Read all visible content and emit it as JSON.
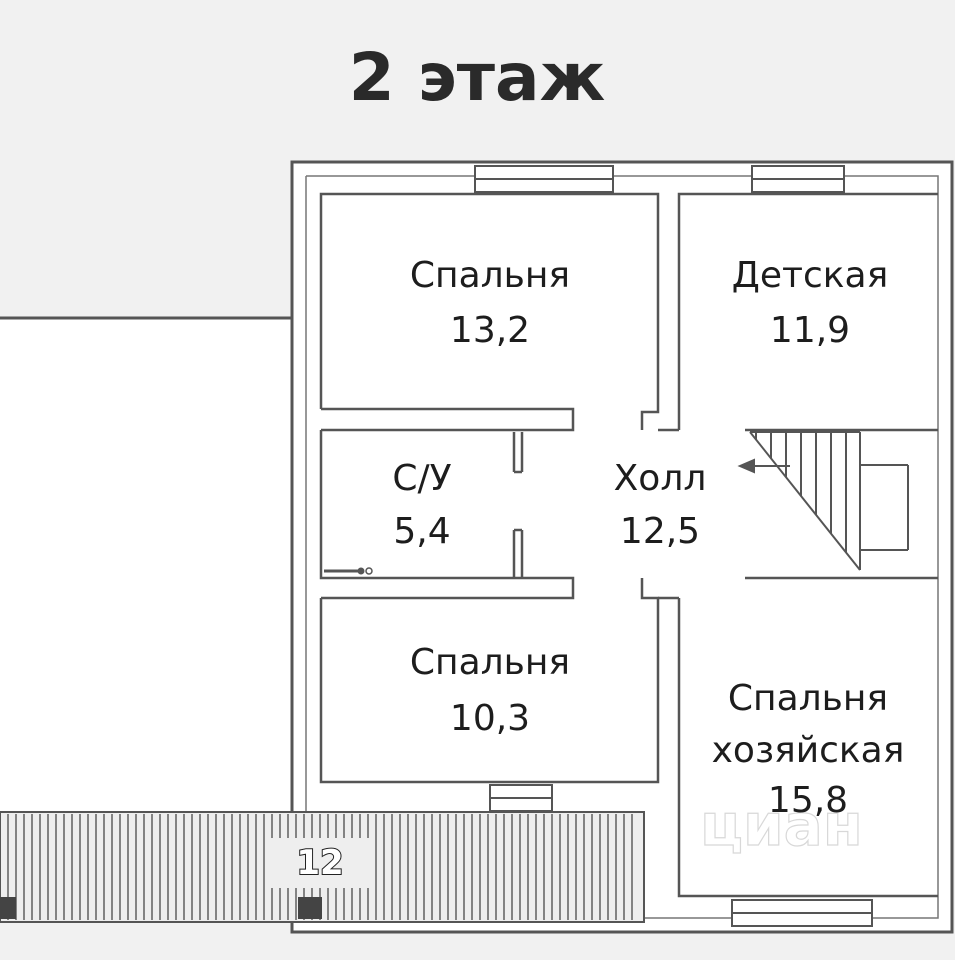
{
  "title": "2 этаж",
  "rooms": {
    "bedroom1": {
      "name": "Спальня",
      "area": "13,2"
    },
    "kids": {
      "name": "Детская",
      "area": "11,9"
    },
    "bathroom": {
      "name": "С/У",
      "area": "5,4"
    },
    "hall": {
      "name": "Холл",
      "area": "12,5"
    },
    "bedroom2": {
      "name": "Спальня",
      "area": "10,3"
    },
    "master": {
      "name_line1": "Спальня",
      "name_line2": "хозяйская",
      "area": "15,8"
    }
  },
  "terrace": {
    "number": "12"
  },
  "watermark": "циан",
  "colors": {
    "background": "#f1f1f1",
    "wall": "#555555",
    "room_fill": "#ffffff",
    "text": "#1d1d1d"
  }
}
